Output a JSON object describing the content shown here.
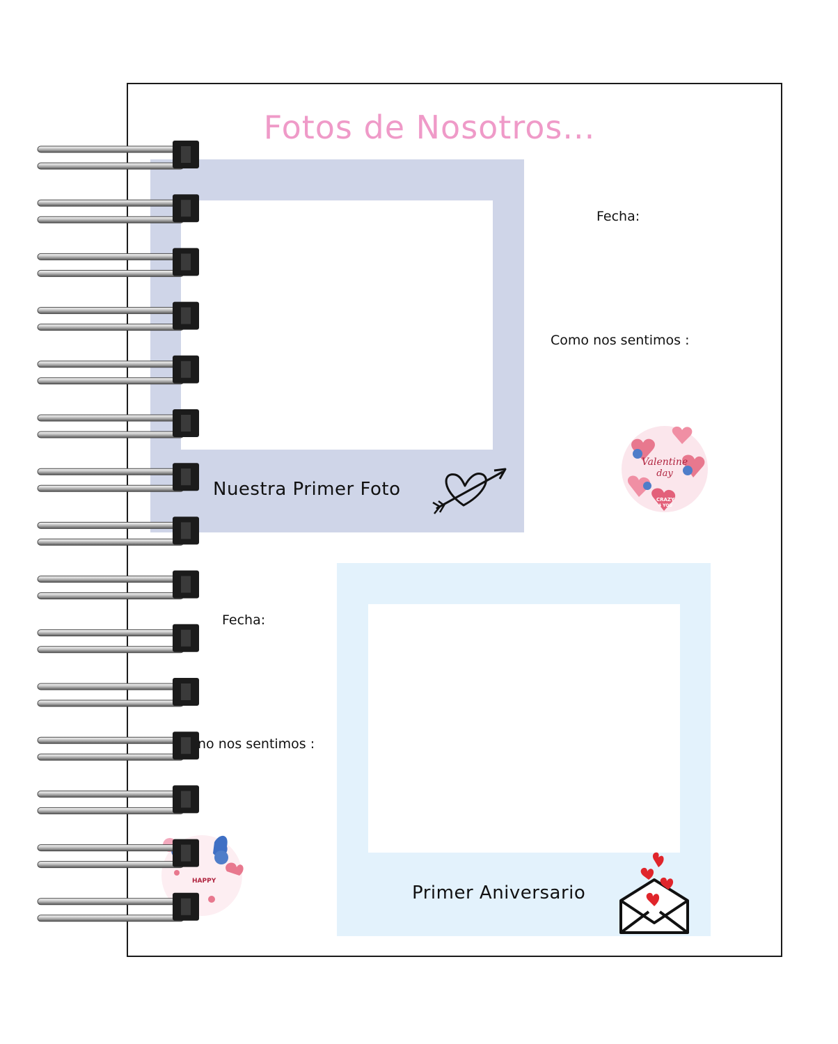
{
  "header": {
    "title": "Fotos de Nosotros..."
  },
  "frame_top": {
    "caption": "Nuestra Primer Foto",
    "date_label": "Fecha:",
    "feel_label": "Como nos sentimos :"
  },
  "frame_bottom": {
    "caption": "Primer Aniversario",
    "date_label": "Fecha:",
    "feel_label": "no nos sentimos :"
  },
  "sticker_right": {
    "text_1": "Valentine",
    "text_2": "day",
    "text_3": "CRAZY",
    "text_4": "4 YOU",
    "icon": "valentine-sticker-icon"
  },
  "sticker_left": {
    "text_1": "HAPPY",
    "icon": "valentine-sticker-icon"
  },
  "colors": {
    "title": "#ef9ac8",
    "frame_top": "#cfd5e8",
    "frame_bottom": "#e3f2fc",
    "heart_red": "#e0252b"
  }
}
